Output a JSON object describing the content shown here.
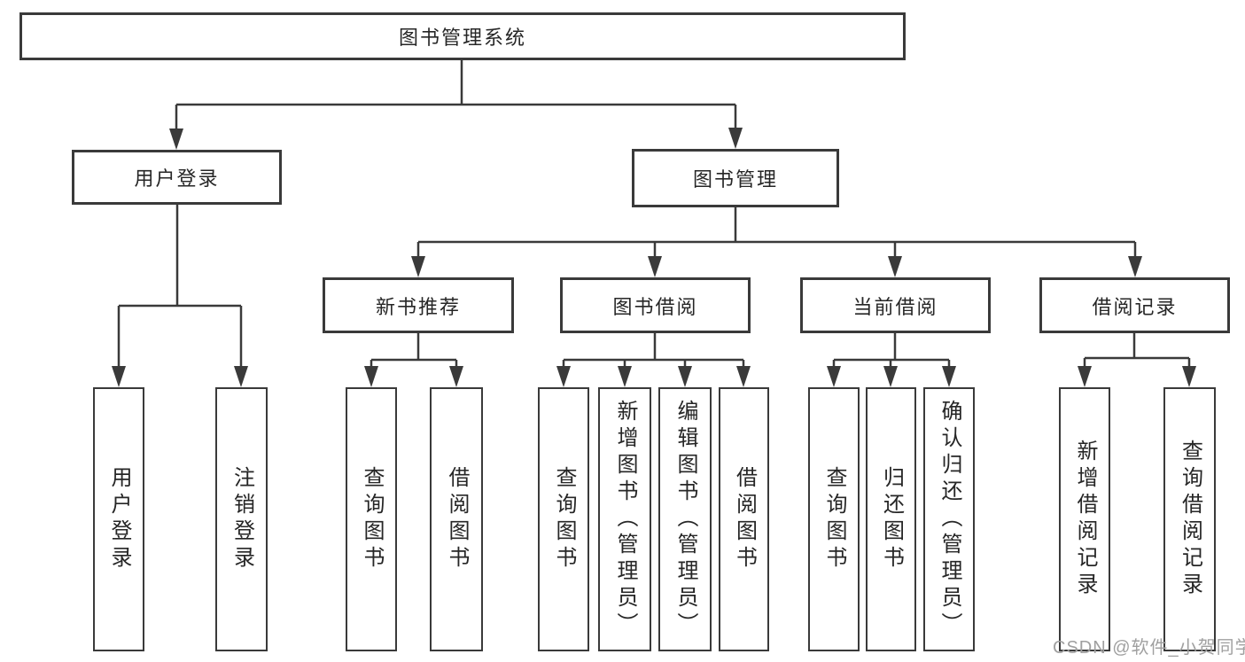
{
  "tree": {
    "label": "图书管理系统",
    "children": [
      {
        "label": "用户登录",
        "children": [
          {
            "label": "用户登录"
          },
          {
            "label": "注销登录"
          }
        ]
      },
      {
        "label": "图书管理",
        "children": [
          {
            "label": "新书推荐",
            "children": [
              {
                "label": "查询图书"
              },
              {
                "label": "借阅图书"
              }
            ]
          },
          {
            "label": "图书借阅",
            "children": [
              {
                "label": "查询图书"
              },
              {
                "label": "新增图书（管理员）"
              },
              {
                "label": "编辑图书（管理员）"
              },
              {
                "label": "借阅图书"
              }
            ]
          },
          {
            "label": "当前借阅",
            "children": [
              {
                "label": "查询图书"
              },
              {
                "label": "归还图书"
              },
              {
                "label": "确认归还（管理员）"
              }
            ]
          },
          {
            "label": "借阅记录",
            "children": [
              {
                "label": "新增借阅记录"
              },
              {
                "label": "查询借阅记录"
              }
            ]
          }
        ]
      }
    ]
  },
  "watermark": "CSDN @软件_小贺同学",
  "colors": {
    "line": "#3a3a3a",
    "box_border": "#3a3a3a",
    "text": "#262626",
    "watermark": "#a0a0a0",
    "background": "#ffffff"
  }
}
